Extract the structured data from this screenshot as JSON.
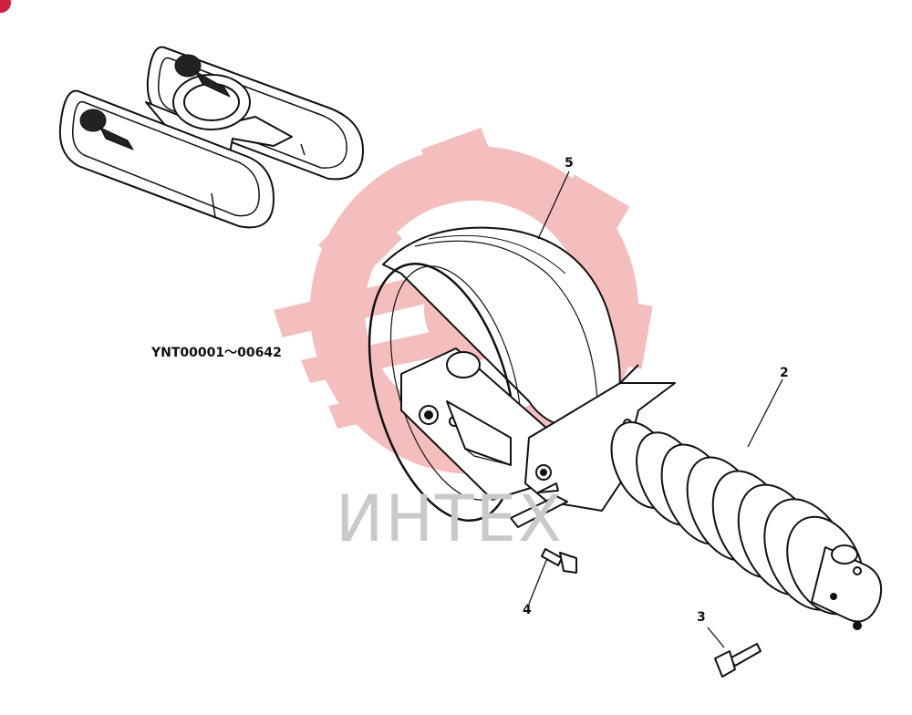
{
  "colors": {
    "line": "#111111",
    "watermark_gear": "#f4b3b3",
    "watermark_text": "#c9c9c9",
    "corner_mark": "#d21f3c",
    "background": "#ffffff"
  },
  "serial_range": "YNT00001～00642",
  "watermark": {
    "text": "ИНТЕХ",
    "icon": "gear-logo-icon"
  },
  "callouts": [
    {
      "id": "5",
      "label": "5",
      "part": "idler wheel"
    },
    {
      "id": "2",
      "label": "2",
      "part": "recoil spring / track adjuster"
    },
    {
      "id": "3",
      "label": "3",
      "part": "bolt"
    },
    {
      "id": "4",
      "label": "4",
      "part": "bolt"
    }
  ]
}
